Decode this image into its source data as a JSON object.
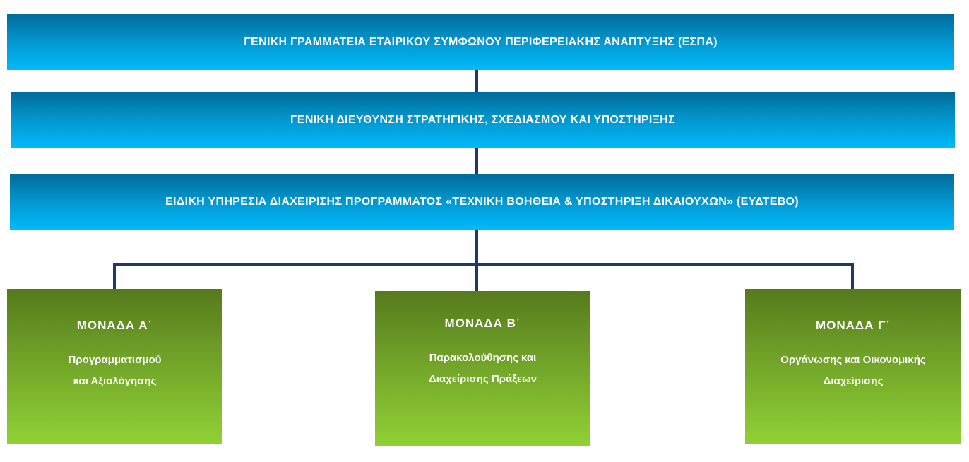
{
  "diagram": {
    "type": "org-chart",
    "colors": {
      "top_box_gradient": [
        "#006b99",
        "#00bbfb"
      ],
      "unit_box_gradient": [
        "#557a1c",
        "#90d135"
      ],
      "connector": "#1f3864",
      "text": "#ffffff"
    },
    "levels": [
      {
        "label": "ΓΕΝΙΚΗ ΓΡΑΜΜΑΤΕΙΑ ΕΤΑΙΡΙΚΟΥ ΣΥΜΦΩΝΟΥ ΠΕΡΙΦΕΡΕΙΑΚΗΣ ΑΝΑΠΤΥΞΗΣ (ΕΣΠΑ)"
      },
      {
        "label": "ΓΕΝΙΚΗ ΔΙΕΥΘΥΝΣΗ ΣΤΡΑΤΗΓΙΚΗΣ, ΣΧΕΔΙΑΣΜΟΥ ΚΑΙ ΥΠΟΣΤΗΡΙΞΗΣ"
      },
      {
        "label": "ΕΙΔΙΚΗ ΥΠΗΡΕΣΙΑ ΔΙΑΧΕΙΡΙΣΗΣ ΠΡΟΓΡΑΜΜΑΤΟΣ «ΤΕΧΝΙΚΗ ΒΟΗΘΕΙΑ & ΥΠΟΣΤΗΡΙΞΗ ΔΙΚΑΙΟΥΧΩΝ» (ΕΥΔΤΕΒΟ)"
      }
    ],
    "units": [
      {
        "title": "ΜΟΝΑΔΑ Α΄",
        "desc_line1": "Προγραμματισμού",
        "desc_line2": "και Αξιολόγησης"
      },
      {
        "title": "ΜΟΝΑΔΑ Β΄",
        "desc_line1": "Παρακολούθησης και",
        "desc_line2": "Διαχείρισης Πράξεων"
      },
      {
        "title": "ΜΟΝΑΔΑ Γ΄",
        "desc_line1": "Οργάνωσης και Οικονομικής",
        "desc_line2": "Διαχείρισης"
      }
    ]
  }
}
